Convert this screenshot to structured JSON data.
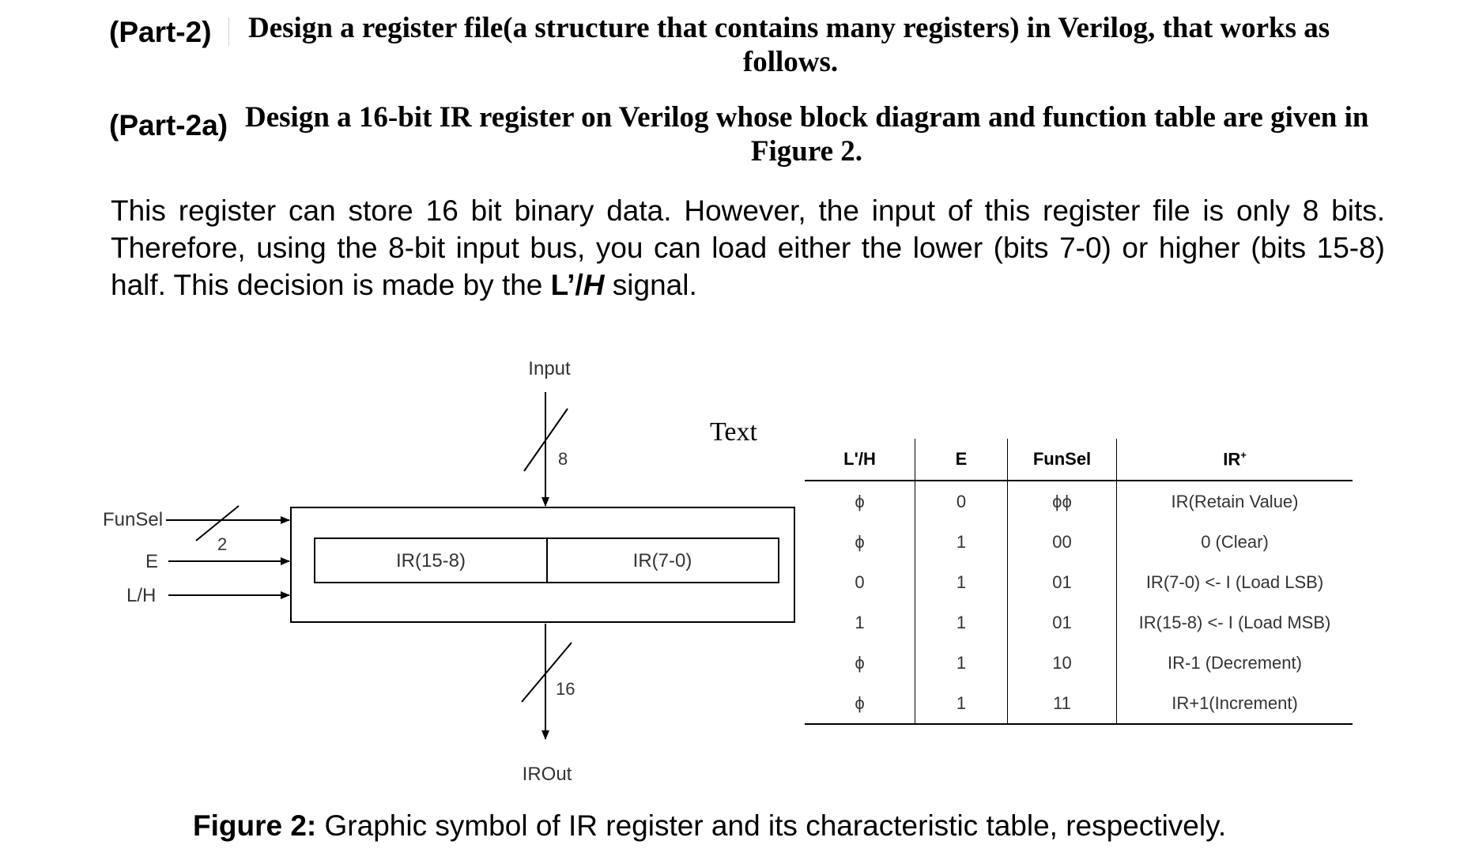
{
  "part2": {
    "label": "(Part-2)",
    "text_line1": "Design a register file(a structure that contains many registers) in Verilog, that works as",
    "text_line2": "follows."
  },
  "part2a": {
    "label": "(Part-2a)",
    "text_line1": "Design a 16-bit IR register on Verilog whose block diagram and function table are given in",
    "text_line2": "Figure 2."
  },
  "paragraph": {
    "before": "This register can store 16 bit binary data. However, the input of this register file is only 8 bits. Therefore, using the 8-bit input bus, you can load either the lower (bits 7-0) or higher (bits 15-8) half. This decision is made by the ",
    "signal_l": "L’",
    "signal_slash": "/",
    "signal_h": "H",
    "after": " signal."
  },
  "diagram": {
    "input_label": "Input",
    "input_width": "8",
    "text_label": "Text",
    "funsel_label": "FunSel",
    "funsel_width": "2",
    "e_label": "E",
    "lh_label": "L/H",
    "ir_high": "IR(15-8)",
    "ir_low": "IR(7-0)",
    "output_width": "16",
    "output_label": "IROut"
  },
  "table": {
    "headers": {
      "lh": "L'/H",
      "e": "E",
      "funsel": "FunSel",
      "ir_base": "IR",
      "ir_sup": "+"
    },
    "rows": [
      {
        "lh": "ϕ",
        "e": "0",
        "funsel": "ϕϕ",
        "ir": "IR(Retain Value)"
      },
      {
        "lh": "ϕ",
        "e": "1",
        "funsel": "00",
        "ir": "0 (Clear)"
      },
      {
        "lh": "0",
        "e": "1",
        "funsel": "01",
        "ir": "IR(7-0) <- I (Load LSB)"
      },
      {
        "lh": "1",
        "e": "1",
        "funsel": "01",
        "ir": "IR(15-8) <- I (Load MSB)"
      },
      {
        "lh": "ϕ",
        "e": "1",
        "funsel": "10",
        "ir": "IR-1 (Decrement)"
      },
      {
        "lh": "ϕ",
        "e": "1",
        "funsel": "11",
        "ir": "IR+1(Increment)"
      }
    ]
  },
  "caption": {
    "label": "Figure 2:",
    "text": " Graphic symbol of IR register and its characteristic table, respectively."
  }
}
